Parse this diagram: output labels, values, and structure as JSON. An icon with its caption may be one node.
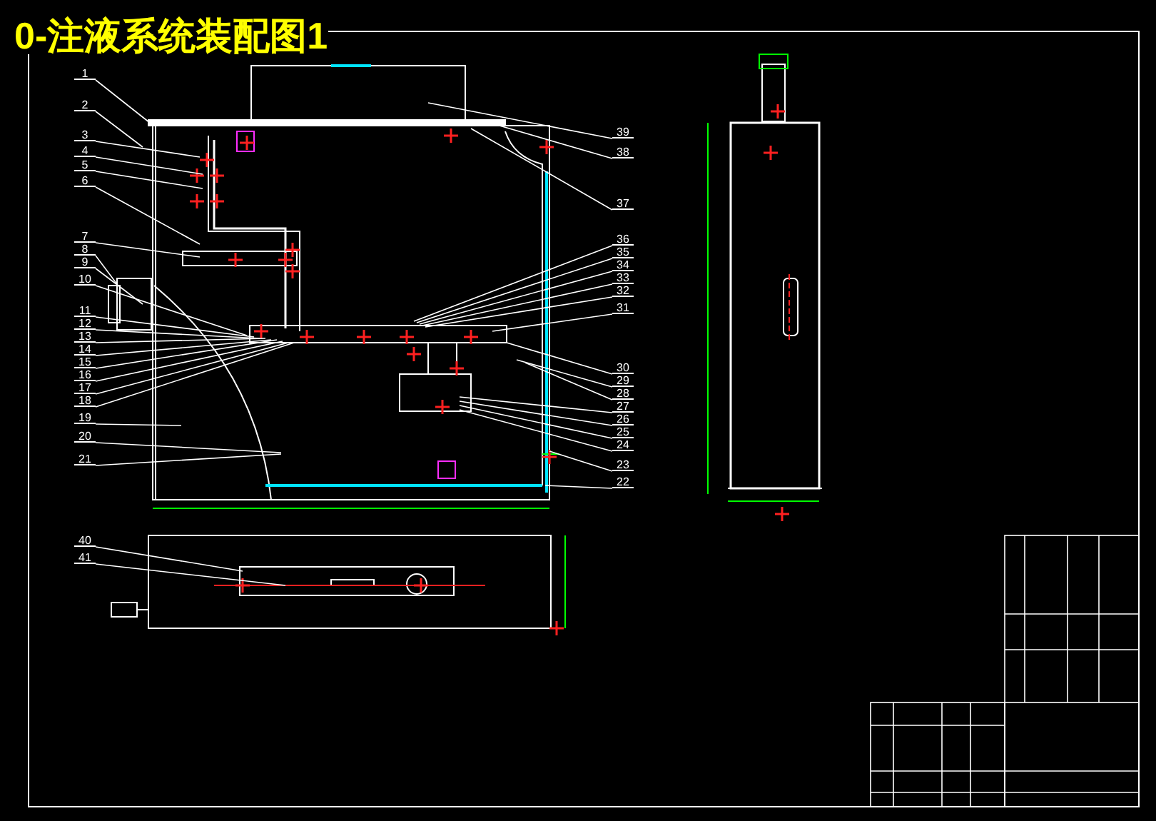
{
  "diagram": {
    "title": "0-注液系统装配图1",
    "nodes": [
      {
        "text": [
          "1"
        ]
      },
      {
        "text": [
          "2"
        ]
      },
      {
        "text": [
          "3"
        ]
      },
      {
        "text": [
          "4"
        ]
      },
      {
        "text": [
          "5"
        ]
      },
      {
        "text": [
          "6"
        ]
      },
      {
        "text": [
          "7"
        ]
      },
      {
        "text": [
          "8"
        ]
      },
      {
        "text": [
          "9"
        ]
      },
      {
        "text": [
          "10"
        ]
      },
      {
        "text": [
          "11"
        ]
      },
      {
        "text": [
          "12"
        ]
      },
      {
        "text": [
          "13"
        ]
      },
      {
        "text": [
          "14"
        ]
      },
      {
        "text": [
          "15"
        ]
      },
      {
        "text": [
          "16"
        ]
      },
      {
        "text": [
          "17"
        ]
      },
      {
        "text": [
          "18"
        ]
      },
      {
        "text": [
          "19"
        ]
      },
      {
        "text": [
          "20"
        ]
      },
      {
        "text": [
          "21"
        ]
      },
      {
        "text": [
          "39"
        ]
      },
      {
        "text": [
          "38"
        ]
      },
      {
        "text": [
          "37"
        ]
      },
      {
        "text": [
          "36"
        ]
      },
      {
        "text": [
          "35"
        ]
      },
      {
        "text": [
          "34"
        ]
      },
      {
        "text": [
          "33"
        ]
      },
      {
        "text": [
          "32"
        ]
      },
      {
        "text": [
          "31"
        ]
      },
      {
        "text": [
          "30"
        ]
      },
      {
        "text": [
          "29"
        ]
      },
      {
        "text": [
          "28"
        ]
      },
      {
        "text": [
          "27"
        ]
      },
      {
        "text": [
          "26"
        ]
      },
      {
        "text": [
          "25"
        ]
      },
      {
        "text": [
          "24"
        ]
      },
      {
        "text": [
          "23"
        ]
      },
      {
        "text": [
          "22"
        ]
      },
      {
        "text": [
          "40"
        ]
      },
      {
        "text": [
          "41"
        ]
      }
    ],
    "edges": [
      {
        "from": 0,
        "to": null,
        "arrow": "none"
      },
      {
        "from": 1,
        "to": null,
        "arrow": "none"
      },
      {
        "from": 2,
        "to": null,
        "arrow": "none"
      },
      {
        "from": 3,
        "to": null,
        "arrow": "none"
      },
      {
        "from": 4,
        "to": null,
        "arrow": "none"
      },
      {
        "from": 5,
        "to": null,
        "arrow": "none"
      },
      {
        "from": 6,
        "to": null,
        "arrow": "none"
      },
      {
        "from": 7,
        "to": null,
        "arrow": "none"
      },
      {
        "from": 8,
        "to": null,
        "arrow": "none"
      },
      {
        "from": 9,
        "to": null,
        "arrow": "none"
      },
      {
        "from": 10,
        "to": null,
        "arrow": "none"
      },
      {
        "from": 11,
        "to": null,
        "arrow": "none"
      },
      {
        "from": 12,
        "to": null,
        "arrow": "none"
      },
      {
        "from": 13,
        "to": null,
        "arrow": "none"
      },
      {
        "from": 14,
        "to": null,
        "arrow": "none"
      },
      {
        "from": 15,
        "to": null,
        "arrow": "none"
      },
      {
        "from": 16,
        "to": null,
        "arrow": "none"
      },
      {
        "from": 17,
        "to": null,
        "arrow": "none"
      },
      {
        "from": 18,
        "to": null,
        "arrow": "none"
      },
      {
        "from": 19,
        "to": null,
        "arrow": "none"
      },
      {
        "from": 20,
        "to": null,
        "arrow": "none"
      },
      {
        "from": 21,
        "to": null,
        "arrow": "none"
      },
      {
        "from": 22,
        "to": null,
        "arrow": "none"
      },
      {
        "from": 23,
        "to": null,
        "arrow": "none"
      },
      {
        "from": 24,
        "to": null,
        "arrow": "none"
      },
      {
        "from": 25,
        "to": null,
        "arrow": "none"
      },
      {
        "from": 26,
        "to": null,
        "arrow": "none"
      },
      {
        "from": 27,
        "to": null,
        "arrow": "none"
      },
      {
        "from": 28,
        "to": null,
        "arrow": "none"
      },
      {
        "from": 29,
        "to": null,
        "arrow": "none"
      },
      {
        "from": 30,
        "to": null,
        "arrow": "none"
      },
      {
        "from": 31,
        "to": null,
        "arrow": "none"
      },
      {
        "from": 32,
        "to": null,
        "arrow": "none"
      },
      {
        "from": 33,
        "to": null,
        "arrow": "none"
      },
      {
        "from": 34,
        "to": null,
        "arrow": "none"
      },
      {
        "from": 35,
        "to": null,
        "arrow": "none"
      },
      {
        "from": 36,
        "to": null,
        "arrow": "none"
      },
      {
        "from": 37,
        "to": null,
        "arrow": "none"
      },
      {
        "from": 38,
        "to": null,
        "arrow": "none"
      },
      {
        "from": 39,
        "to": null,
        "arrow": "none"
      },
      {
        "from": 40,
        "to": null,
        "arrow": "none"
      }
    ]
  }
}
